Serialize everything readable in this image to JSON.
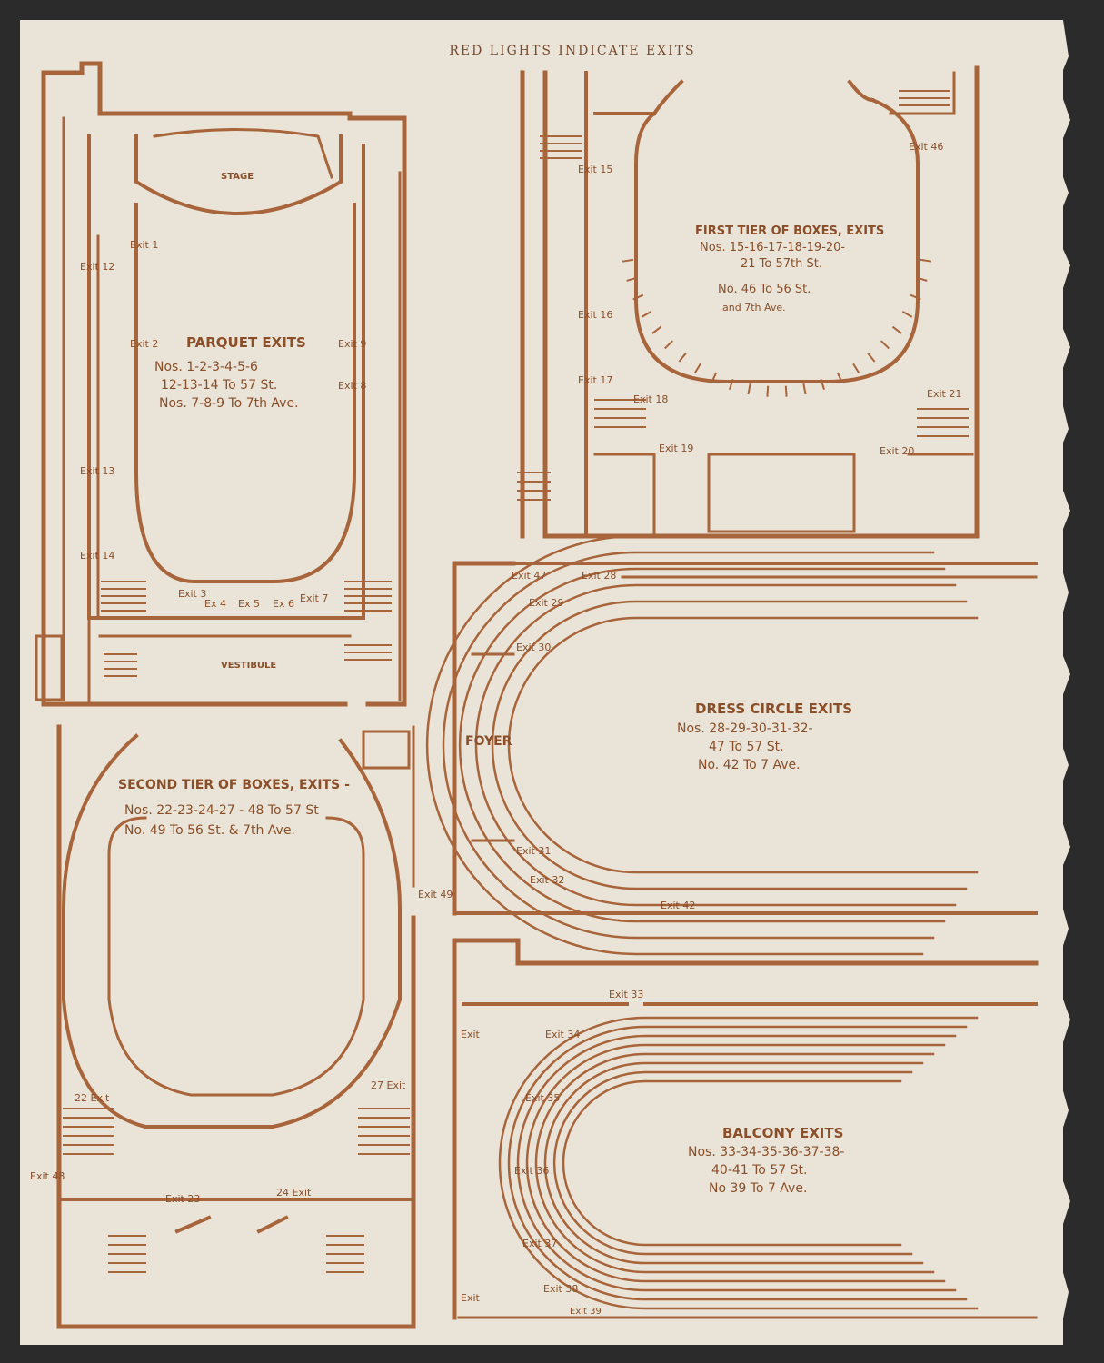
{
  "header": "RED LIGHTS INDICATE EXITS",
  "colors": {
    "ink": "#a8643a",
    "paper": "#e9e4d7",
    "background": "#2b2b2b"
  },
  "plans": {
    "parquet": {
      "stage": "STAGE",
      "vestibule": "VESTIBULE",
      "title": "PARQUET EXITS",
      "lines": [
        "Nos. 1-2-3-4-5-6",
        "12-13-14 To 57 St.",
        "Nos. 7-8-9 To 7th Ave."
      ],
      "exits": [
        "Exit 1",
        "Exit 2",
        "Exit 12",
        "Exit 13",
        "Exit 14",
        "Exit 9",
        "Exit 8",
        "Exit 3",
        "Ex 4",
        "Ex 5",
        "Ex 6",
        "Exit 7"
      ]
    },
    "first_tier": {
      "title": "FIRST TIER OF BOXES, EXITS",
      "lines": [
        "Nos. 15-16-17-18-19-20-",
        "21 To 57th St.",
        "No. 46 To 56 St.",
        "and 7th Ave."
      ],
      "exits": [
        "Exit 15",
        "Exit 16",
        "Exit 17",
        "Exit 18",
        "Exit 19",
        "Exit 20",
        "Exit 21",
        "Exit 46"
      ]
    },
    "dress_circle": {
      "foyer": "FOYER",
      "title": "DRESS CIRCLE EXITS",
      "lines": [
        "Nos. 28-29-30-31-32-",
        "47 To 57 St.",
        "No. 42 To 7 Ave."
      ],
      "exits": [
        "Exit 47",
        "Exit 28",
        "Exit 29",
        "Exit 30",
        "Exit 31",
        "Exit 32",
        "Exit 42"
      ]
    },
    "second_tier": {
      "title": "SECOND TIER OF BOXES, EXITS -",
      "lines": [
        "Nos. 22-23-24-27 - 48 To 57 St",
        "No. 49 To 56 St. & 7th Ave."
      ],
      "exits": [
        "Exit 49",
        "22 Exit",
        "27 Exit",
        "Exit 48",
        "Exit 23",
        "24 Exit"
      ]
    },
    "balcony": {
      "title": "BALCONY EXITS",
      "lines": [
        "Nos. 33-34-35-36-37-38-",
        "40-41 To 57 St.",
        "No 39 To 7 Ave."
      ],
      "exits": [
        "Exit 33",
        "Exit",
        "Exit 34",
        "Exit 35",
        "Exit 36",
        "Exit 37",
        "Exit 38",
        "Exit",
        "Exit 39"
      ]
    }
  }
}
